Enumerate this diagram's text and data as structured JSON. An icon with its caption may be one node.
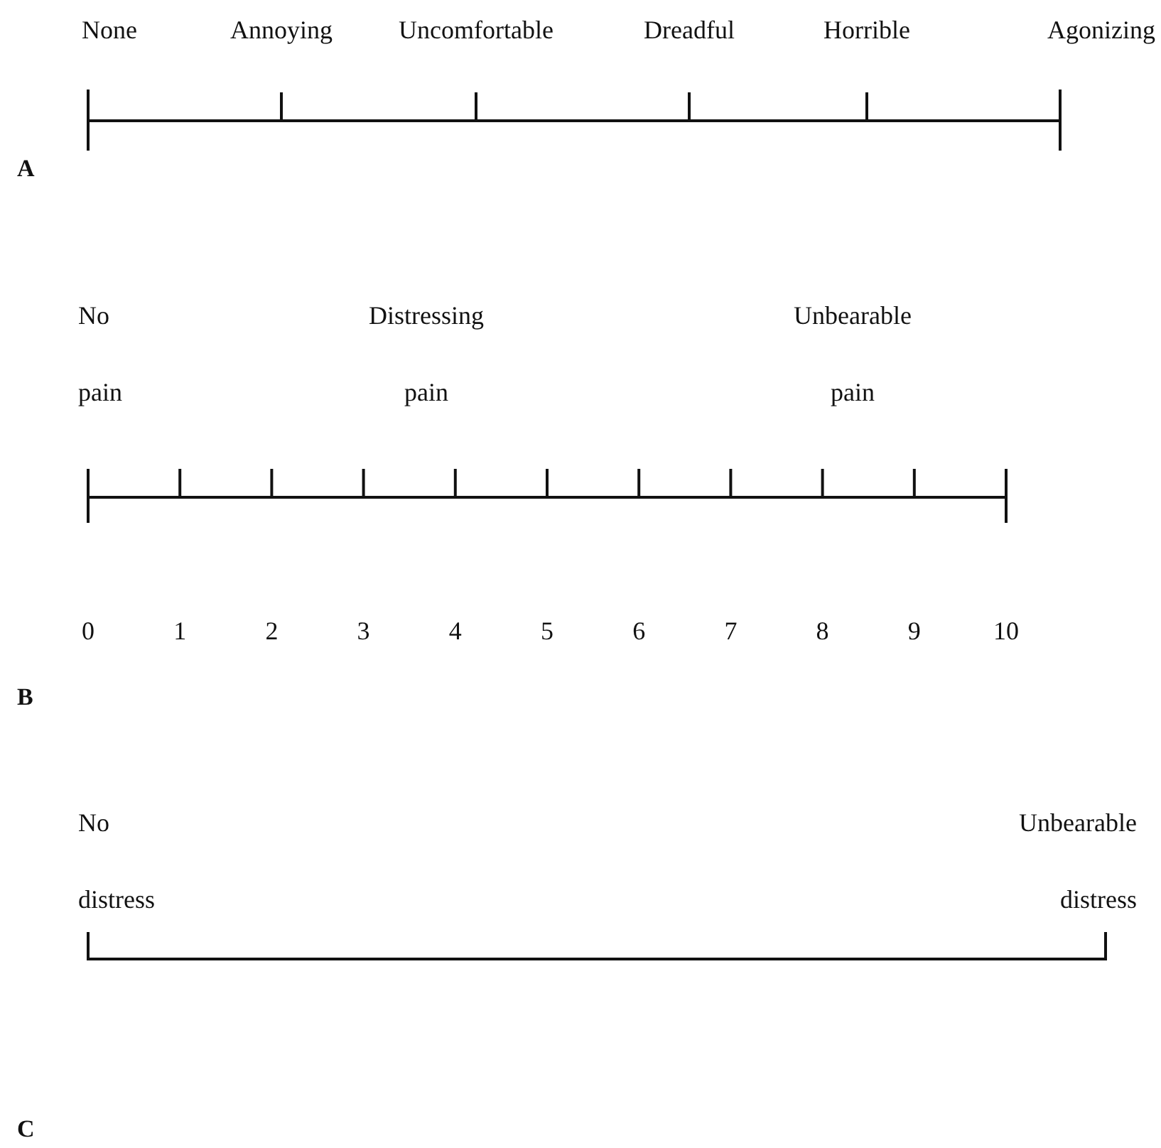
{
  "diagram": {
    "labels": [
      "None",
      "Annoying",
      "Uncomfortable",
      "Dreadful",
      "Horrible",
      "Agonizing",
      "A",
      "No pain",
      "Distressing pain",
      "Unbearable pain",
      "0",
      "1",
      "2",
      "3",
      "4",
      "5",
      "6",
      "7",
      "8",
      "9",
      "10",
      "B",
      "No distress",
      "Unbearable distress",
      "C"
    ]
  }
}
